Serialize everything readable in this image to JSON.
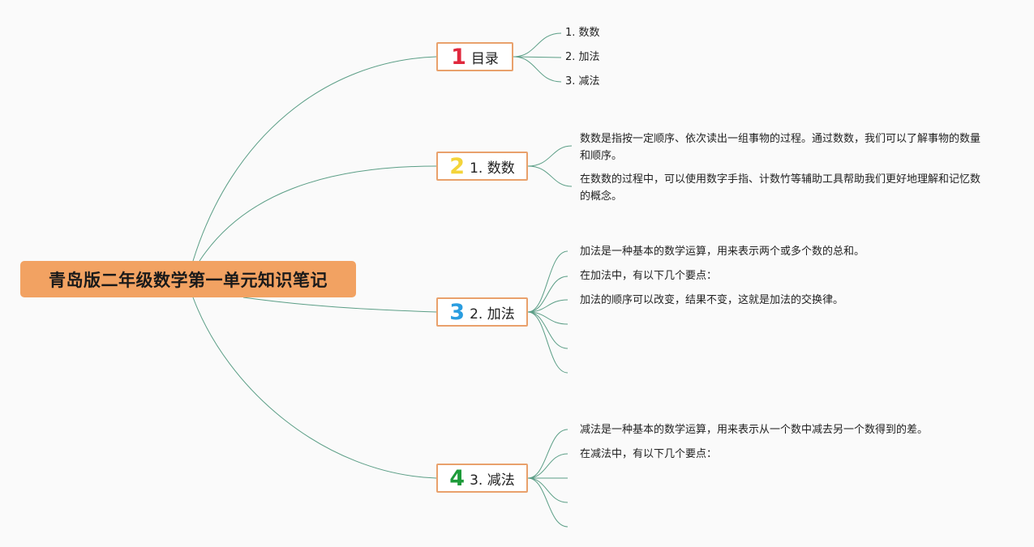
{
  "root": {
    "title": "青岛版二年级数学第一单元知识笔记"
  },
  "branches": [
    {
      "number": "1",
      "label": "目录",
      "color": "#e0283d"
    },
    {
      "number": "2",
      "label": "1. 数数",
      "color": "#f4d43a"
    },
    {
      "number": "3",
      "label": "2. 加法",
      "color": "#2a9de0"
    },
    {
      "number": "4",
      "label": "3. 减法",
      "color": "#1e9b3a"
    }
  ],
  "toc": [
    "1. 数数",
    "2. 加法",
    "3. 减法"
  ],
  "counting": [
    "数数是指按一定顺序、依次读出一组事物的过程。通过数数，我们可以了解事物的数量和顺序。",
    "在数数的过程中，可以使用数字手指、计数竹等辅助工具帮助我们更好地理解和记忆数的概念。"
  ],
  "addition": [
    "加法是一种基本的数学运算，用来表示两个或多个数的总和。",
    "在加法中，有以下几个要点：",
    "加法的顺序可以改变，结果不变，这就是加法的交换律。"
  ],
  "subtraction": [
    "减法是一种基本的数学运算，用来表示从一个数中减去另一个数得到的差。",
    "在减法中，有以下几个要点："
  ],
  "colors": {
    "connector": "#5b9e86",
    "branch_border": "#e9a16c",
    "root_fill": "#f2a262"
  }
}
